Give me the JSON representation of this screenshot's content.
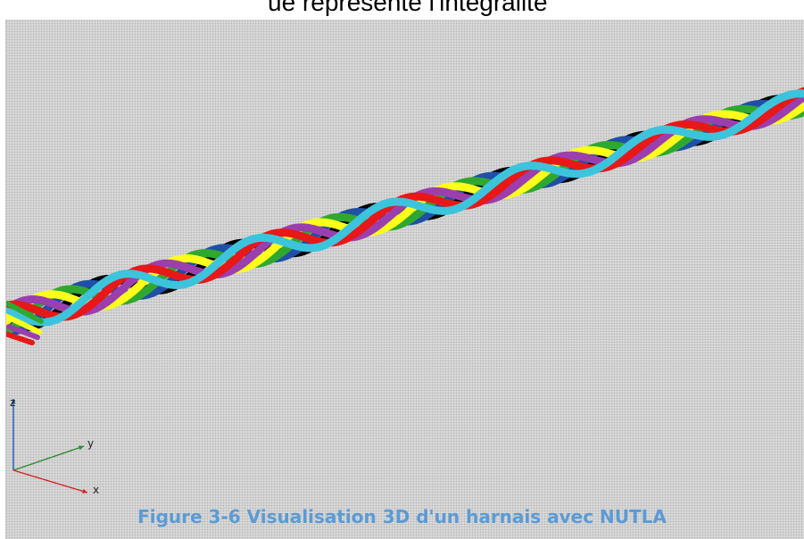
{
  "header": {
    "cropped_text": "ue représente l'intégralité"
  },
  "caption": {
    "text": "Figure 3-6 Visualisation 3D d'un harnais avec NUTLA"
  },
  "axes": {
    "z_label": "z",
    "y_label": "y",
    "x_label": "x",
    "z_color": "#1f5fbf",
    "y_color": "#2e8b2e",
    "x_color": "#d62020"
  },
  "wire_colors": [
    "#000000",
    "#1f4fa8",
    "#2fa82f",
    "#ffff1a",
    "#9b3fae",
    "#e81818",
    "#3cc4dc"
  ],
  "background_color": "#d8d8d8",
  "caption_color": "#5b9bd5"
}
